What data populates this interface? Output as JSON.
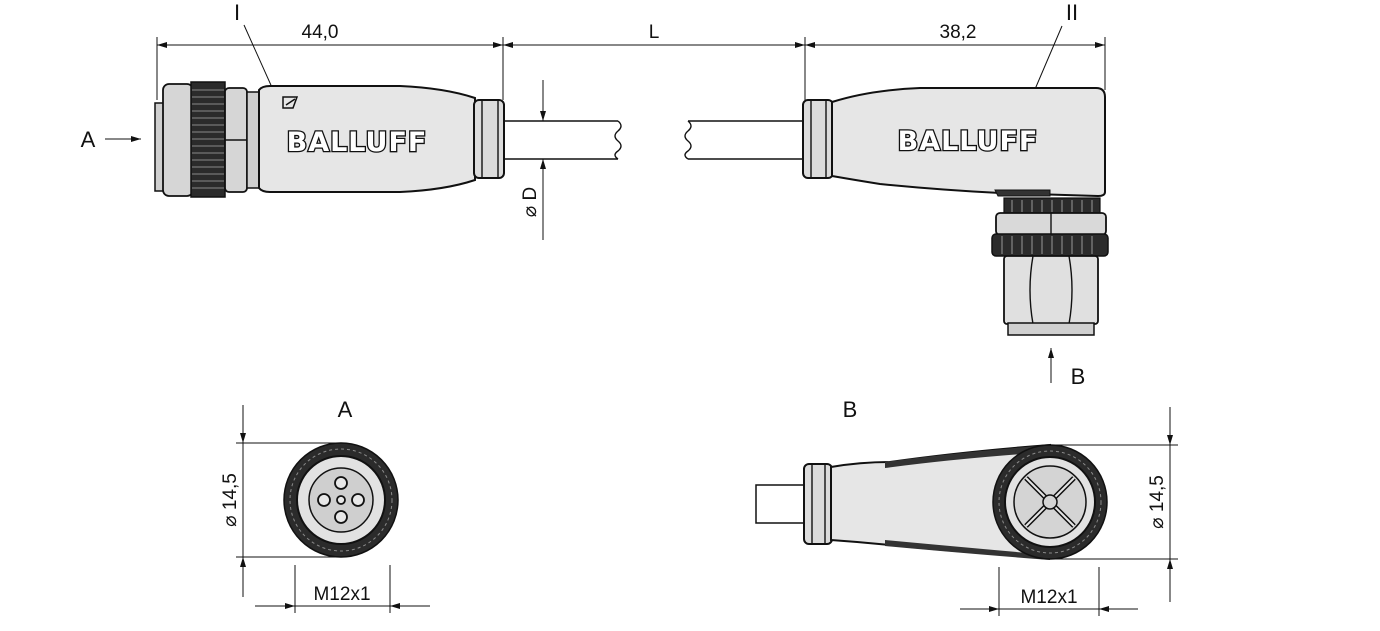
{
  "drawing": {
    "label_I": "I",
    "label_II": "II",
    "dim_left_length": "44,0",
    "dim_cable_length": "L",
    "dim_right_length": "38,2",
    "dim_cable_diameter": "⌀ D",
    "brand": "BALLUFF",
    "view_a_arrow": "A",
    "view_b_arrow": "B",
    "view_a_title": "A",
    "view_b_title": "B",
    "view_a_diameter": "⌀ 14,5",
    "view_b_diameter": "⌀ 14,5",
    "view_a_thread": "M12x1",
    "view_b_thread": "M12x1"
  }
}
